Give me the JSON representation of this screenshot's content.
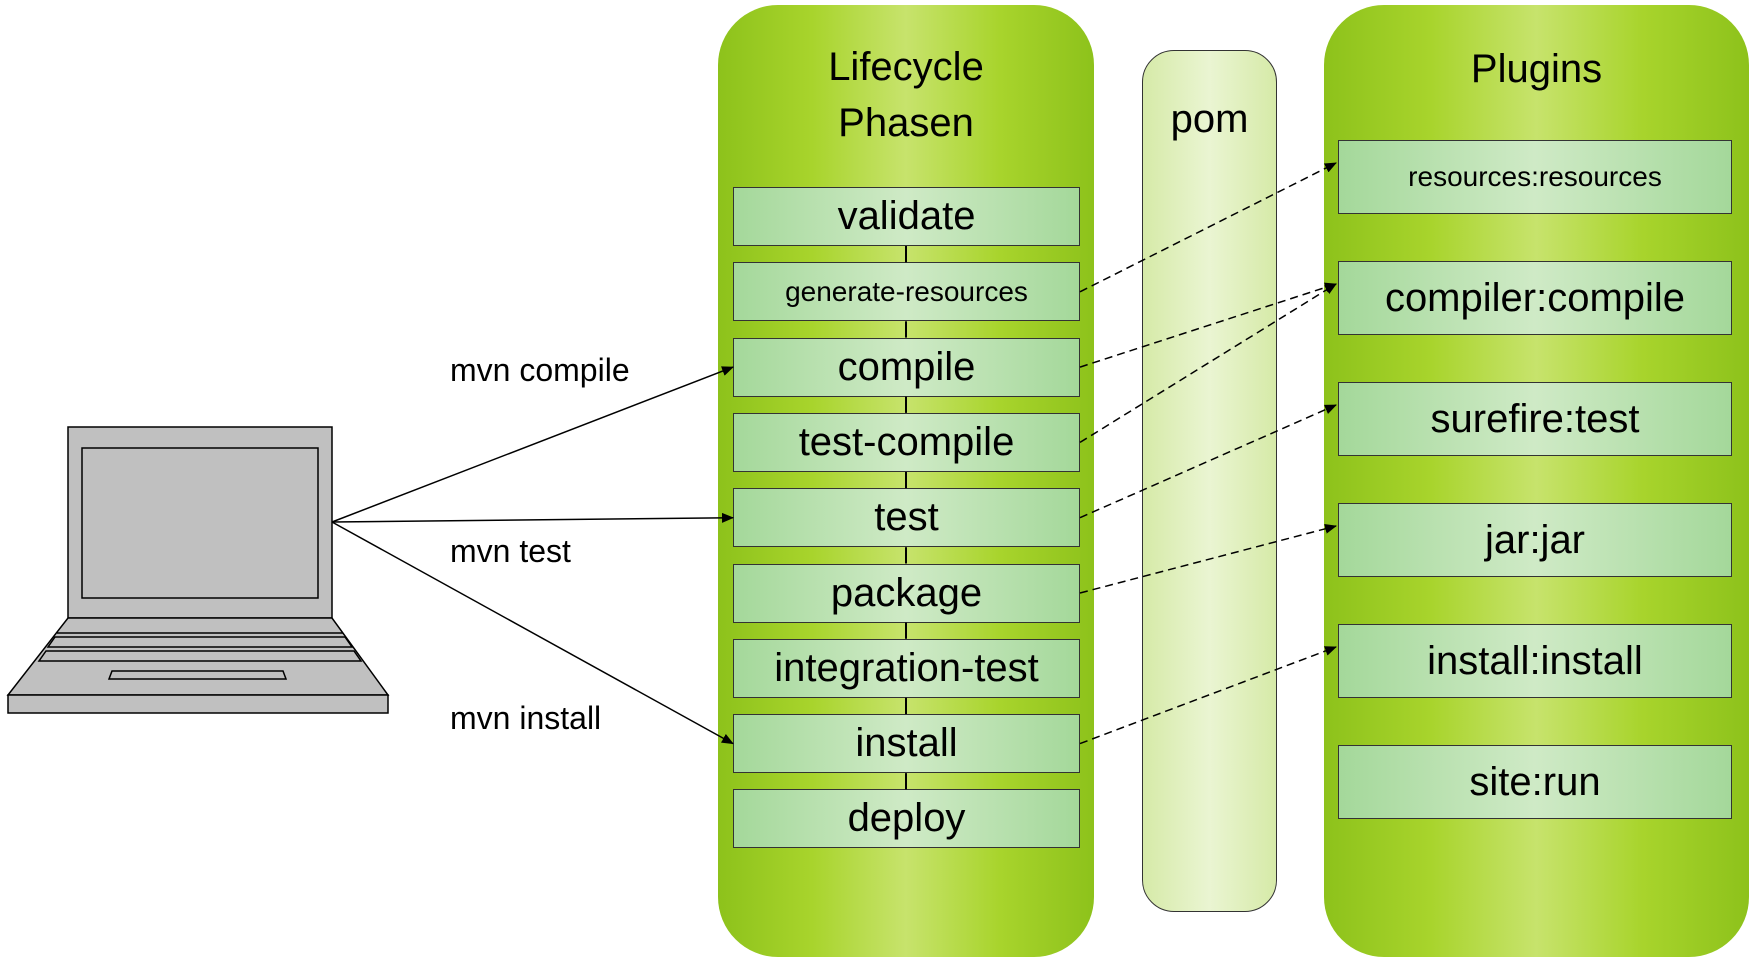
{
  "lifecycle": {
    "title_line1": "Lifecycle",
    "title_line2": "Phasen",
    "phases": [
      "validate",
      "generate-resources",
      "compile",
      "test-compile",
      "test",
      "package",
      "integration-test",
      "install",
      "deploy"
    ]
  },
  "pom": {
    "label": "pom"
  },
  "plugins": {
    "title": "Plugins",
    "items": [
      "resources:resources",
      "compiler:compile",
      "surefire:test",
      "jar:jar",
      "install:install",
      "site:run"
    ]
  },
  "commands": [
    {
      "label": "mvn compile",
      "target_phase": "compile"
    },
    {
      "label": "mvn test",
      "target_phase": "test"
    },
    {
      "label": "mvn install",
      "target_phase": "install"
    }
  ],
  "bindings": [
    {
      "phase": "generate-resources",
      "plugin": "resources:resources"
    },
    {
      "phase": "compile",
      "plugin": "compiler:compile"
    },
    {
      "phase": "test-compile",
      "plugin": "compiler:compile"
    },
    {
      "phase": "test",
      "plugin": "surefire:test"
    },
    {
      "phase": "package",
      "plugin": "jar:jar"
    },
    {
      "phase": "install",
      "plugin": "install:install"
    }
  ],
  "colors": {
    "panel_green": "#8dc21b",
    "box_green": "#a4d89a",
    "pom_fill": "#eaf5d2",
    "laptop_gray": "#c0c0c0"
  }
}
